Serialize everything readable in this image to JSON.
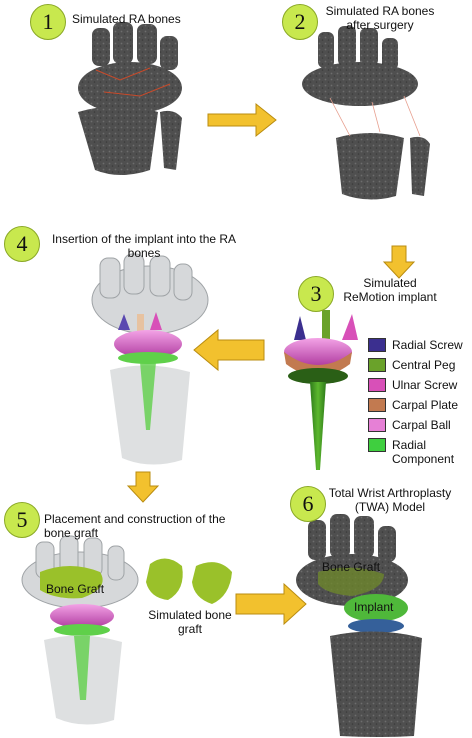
{
  "steps": [
    {
      "number": "1",
      "label": "Simulated RA bones"
    },
    {
      "number": "2",
      "label": "Simulated RA bones after surgery"
    },
    {
      "number": "3",
      "label": "Simulated ReMotion implant"
    },
    {
      "number": "4",
      "label": "Insertion of the implant into the RA bones"
    },
    {
      "number": "5",
      "label": "Placement and construction of the bone graft"
    },
    {
      "number": "6",
      "label": "Total Wrist Arthroplasty (TWA) Model"
    }
  ],
  "legend": [
    {
      "label": "Radial Screw",
      "color": "#3b2f8f"
    },
    {
      "label": "Central Peg",
      "color": "#6aa22a"
    },
    {
      "label": "Ulnar Screw",
      "color": "#d850b8"
    },
    {
      "label": "Carpal Plate",
      "color": "#c27a50"
    },
    {
      "label": "Carpal Ball",
      "color": "#e680d6"
    },
    {
      "label": "Radial Component",
      "color": "#3fcf3f"
    }
  ],
  "overlays": {
    "bone_graft_left": "Bone Graft",
    "simulated_bone_graft": "Simulated bone graft",
    "bone_graft_right": "Bone Graft",
    "implant": "Implant"
  },
  "colors": {
    "badge": "#c8e84e",
    "arrow": "#f2c12e",
    "bone": "#4a4a4a",
    "ghost_bone": "#d6d8da",
    "graft": "#9ac12a"
  }
}
